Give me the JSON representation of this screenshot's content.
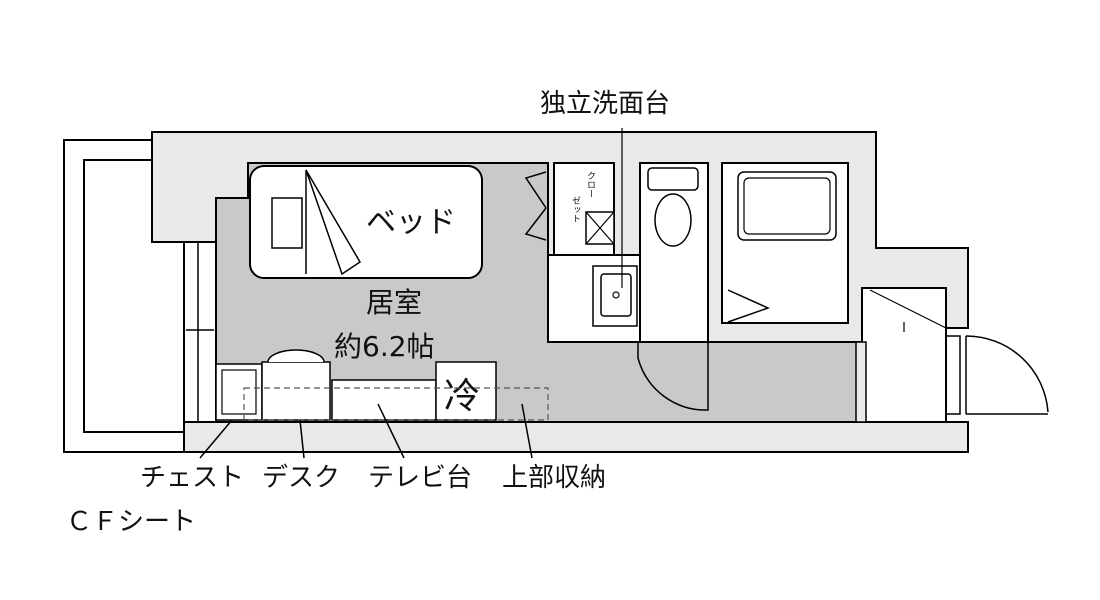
{
  "labels": {
    "washbasin": "独立洗面台",
    "closet": "クローゼット",
    "bed": "ベッド",
    "room_name": "居室",
    "room_size": "約6.2帖",
    "fridge": "冷",
    "chest": "チェスト",
    "desk": "デスク",
    "tv_stand": "テレビ台",
    "upper_storage": "上部収納",
    "cf_sheet": "ＣＦシート"
  },
  "colors": {
    "wall_fill": "#e9e9e9",
    "floor_fill": "#c9c9c9",
    "line": "#000000"
  }
}
